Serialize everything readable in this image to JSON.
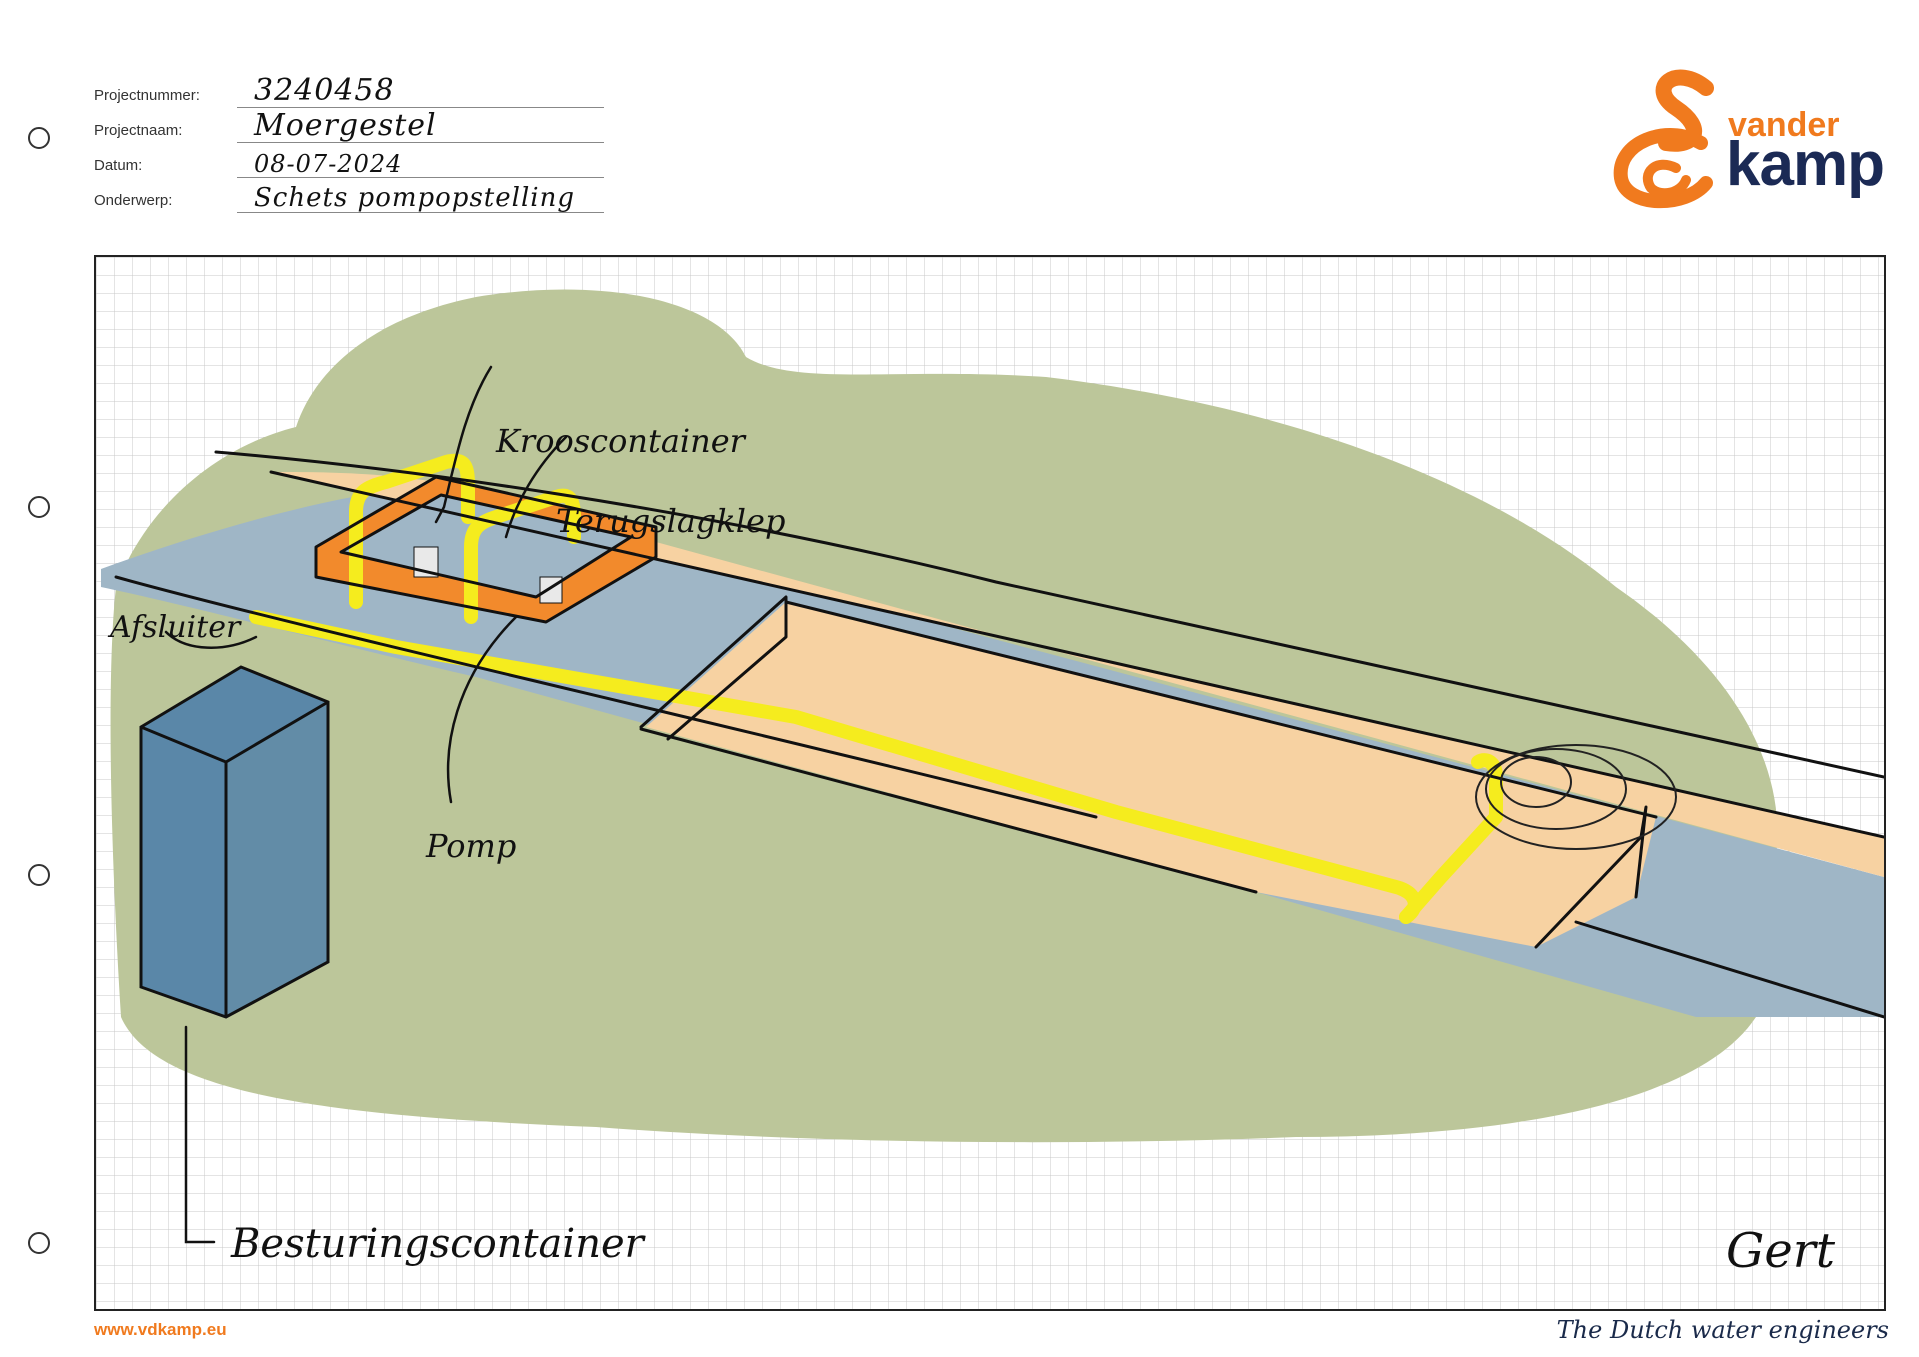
{
  "header": {
    "fields": [
      {
        "label": "Projectnummer:",
        "value": "3240458"
      },
      {
        "label": "Projectnaam:",
        "value": "Moergestel"
      },
      {
        "label": "Datum:",
        "value": "08-07-2024"
      },
      {
        "label": "Onderwerp:",
        "value": "Schets pompopstelling"
      }
    ]
  },
  "logo": {
    "top_word": "vander",
    "bottom_word": "kamp"
  },
  "annotations": {
    "krooscontainer": "Krooscontainer",
    "terugslagklep": "Terugslagklep",
    "afsluiter": "Afsluiter",
    "pomp": "Pomp",
    "besturingscontainer": "Besturingscontainer",
    "signature": "Gert"
  },
  "footer": {
    "url": "www.vdkamp.eu",
    "tagline": "The Dutch water engineers"
  },
  "colors": {
    "grass": "#bcc69a",
    "water": "#9fb6c6",
    "sand": "#f7d2a2",
    "pipe": "#f5ec1e",
    "container_orange": "#f28a2c",
    "control_box": "#5a87a8",
    "brand_orange": "#f07a1e",
    "brand_navy": "#1b2a55"
  }
}
